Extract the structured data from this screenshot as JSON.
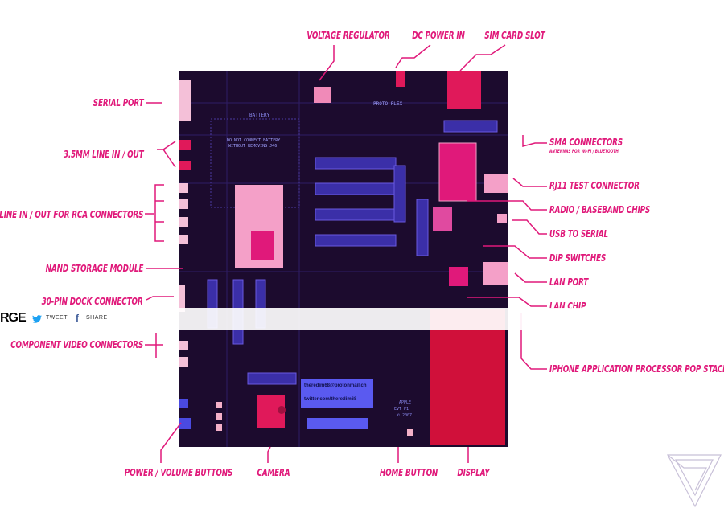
{
  "diagram": {
    "title": "iPhone prototype board component map",
    "labels": {
      "voltage_regulator": "Voltage Regulator",
      "dc_power_in": "DC Power In",
      "sim_card_slot": "SIM Card Slot",
      "serial_port": "Serial Port",
      "line_in_out_35": "3.5mm Line In / Out",
      "rca_connectors": "Line In / Out for RCA Connectors",
      "nand_storage": "Nand Storage Module",
      "dock_connector": "30-Pin Dock Connector",
      "component_video": "Component Video Connectors",
      "sma_connectors": "SMA Connectors",
      "sma_sub": "Antennas for Wi-Fi / Bluetooth",
      "rj11": "RJ11 Test Connector",
      "radio_baseband": "Radio / Baseband Chips",
      "usb_serial": "USB to Serial",
      "dip_switches": "DIP Switches",
      "lan_port": "LAN Port",
      "lan_chip": "LAN Chip",
      "processor": "iPhone Application Processor PoP Stack",
      "power_volume": "Power / Volume Buttons",
      "camera": "Camera",
      "home_button": "Home Button",
      "display": "Display"
    },
    "board_text": {
      "battery": "BATTERY",
      "warning_1": "DO NOT CONNECT BATTERY",
      "warning_2": "WITHOUT REMOVING J46",
      "proto_flex": "PROTO FLEX",
      "email": "theredim68@protonmail.ch",
      "twitter": "twitter.com/theredim68",
      "apple_1": "APPLE",
      "apple_2": "EVT P1",
      "apple_3": "© 2007"
    },
    "accent_color": "#e0197a"
  },
  "share_bar": {
    "brand": "RGE",
    "tweet": "TWEET",
    "share": "SHARE"
  }
}
